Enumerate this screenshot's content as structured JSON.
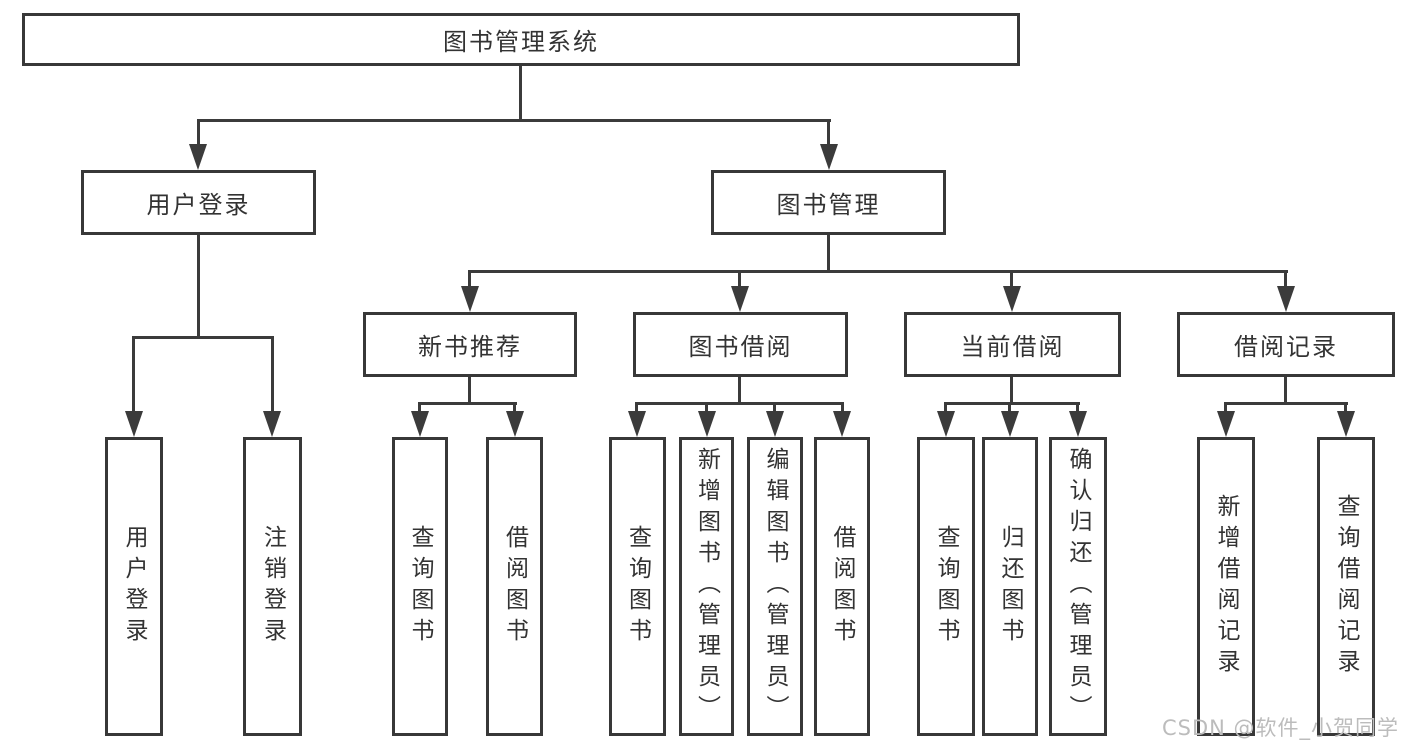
{
  "tree": {
    "root": {
      "label": "图书管理系统"
    },
    "branches": [
      {
        "label": "用户登录",
        "children": [
          {
            "label": "用户登录"
          },
          {
            "label": "注销登录"
          }
        ]
      },
      {
        "label": "图书管理",
        "children": [
          {
            "label": "新书推荐",
            "children": [
              {
                "label": "查询图书"
              },
              {
                "label": "借阅图书"
              }
            ]
          },
          {
            "label": "图书借阅",
            "children": [
              {
                "label": "查询图书"
              },
              {
                "label": "新增图书（管理员）"
              },
              {
                "label": "编辑图书（管理员）"
              },
              {
                "label": "借阅图书"
              }
            ]
          },
          {
            "label": "当前借阅",
            "children": [
              {
                "label": "查询图书"
              },
              {
                "label": "归还图书"
              },
              {
                "label": "确认归还（管理员）"
              }
            ]
          },
          {
            "label": "借阅记录",
            "children": [
              {
                "label": "新增借阅记录"
              },
              {
                "label": "查询借阅记录"
              }
            ]
          }
        ]
      }
    ]
  },
  "watermark": "CSDN @软件_小贺同学",
  "colors": {
    "line": "#3b3b3b",
    "box_border": "#383838",
    "text": "#333333",
    "watermark": "#bcbcbc",
    "background": "#ffffff"
  }
}
